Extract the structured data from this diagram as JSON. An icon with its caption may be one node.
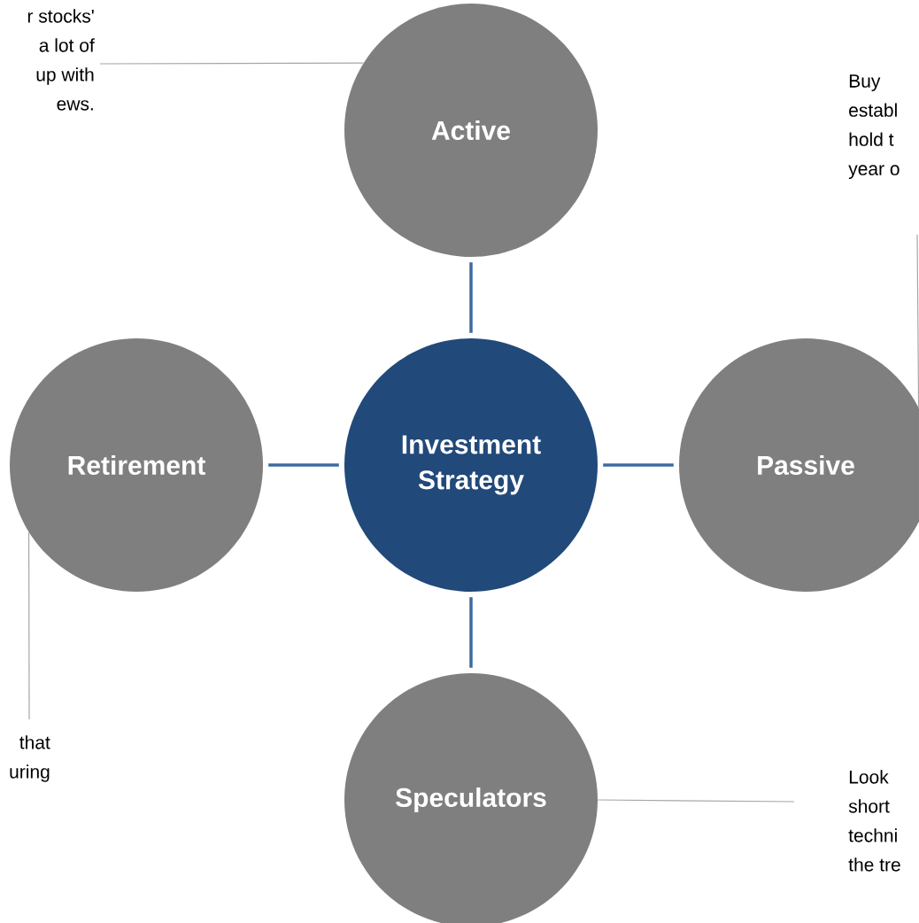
{
  "diagram": {
    "nodes": [
      {
        "text": [
          "r stocks'",
          "a lot of",
          "up with",
          "ews."
        ]
      },
      {
        "text": [
          "Active"
        ]
      },
      {
        "text": [
          "Buy",
          "establ",
          "hold t",
          "year o"
        ]
      },
      {
        "text": [
          "Retirement"
        ]
      },
      {
        "text": [
          "Investment Strategy"
        ]
      },
      {
        "text": [
          "Passive"
        ]
      },
      {
        "text": [
          "that",
          "uring"
        ]
      },
      {
        "text": [
          "Speculators"
        ]
      },
      {
        "text": [
          "Look",
          "short",
          "techni",
          "the tre"
        ]
      }
    ],
    "edges": [
      {
        "from": 4,
        "to": 1,
        "arrow": "none",
        "style": "thick",
        "color": "#3d6ba0"
      },
      {
        "from": 4,
        "to": 3,
        "arrow": "none",
        "style": "thick",
        "color": "#3d6ba0"
      },
      {
        "from": 4,
        "to": 5,
        "arrow": "none",
        "style": "thick",
        "color": "#3d6ba0"
      },
      {
        "from": 4,
        "to": 7,
        "arrow": "none",
        "style": "thick",
        "color": "#3d6ba0"
      },
      {
        "from": 0,
        "to": 1,
        "arrow": "none",
        "color": "#a6a6a6"
      },
      {
        "from": 2,
        "to": 5,
        "arrow": "none",
        "color": "#a6a6a6"
      },
      {
        "from": 6,
        "to": 3,
        "arrow": "none",
        "color": "#a6a6a6"
      },
      {
        "from": 8,
        "to": 7,
        "arrow": "none",
        "color": "#a6a6a6"
      }
    ]
  }
}
